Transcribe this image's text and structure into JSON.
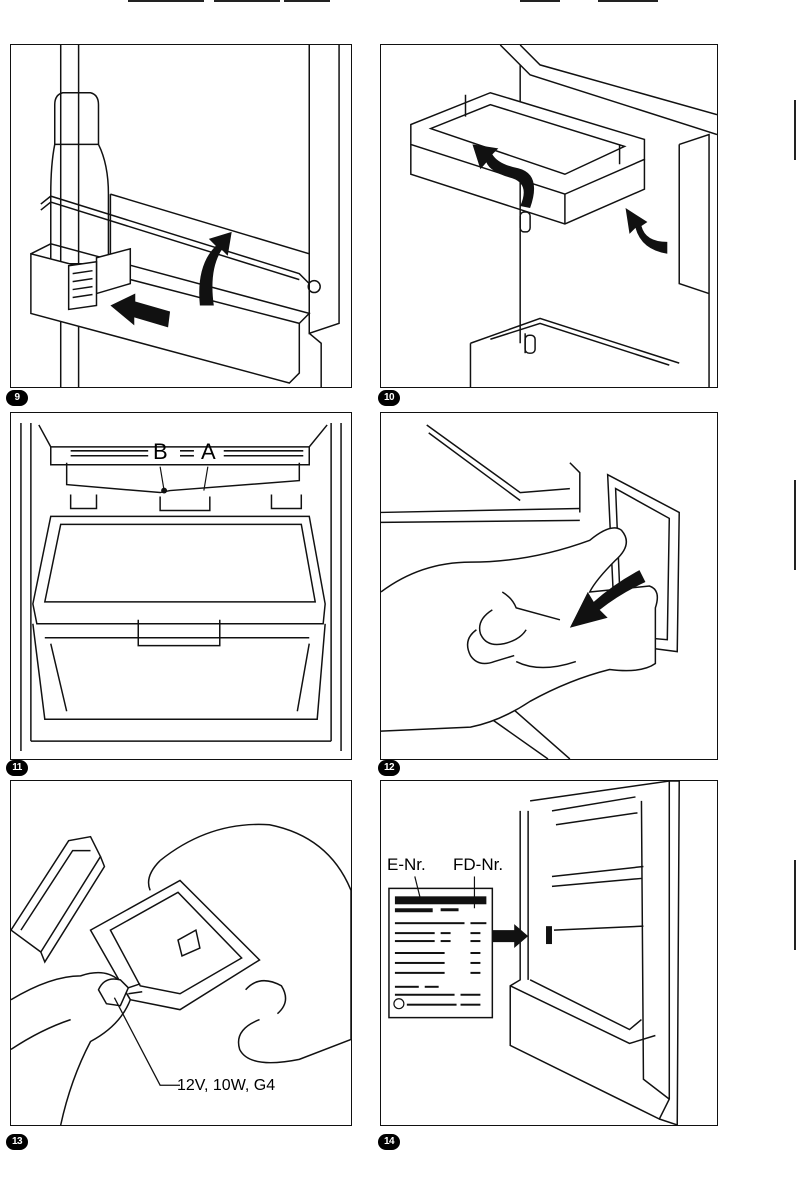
{
  "figures": [
    {
      "number": "9"
    },
    {
      "number": "10"
    },
    {
      "number": "11",
      "labels": {
        "b": "B",
        "a": "A"
      }
    },
    {
      "number": "12"
    },
    {
      "number": "13",
      "bulb_spec": "12V, 10W, G4"
    },
    {
      "number": "14",
      "labels": {
        "e_nr": "E-Nr.",
        "fd_nr": "FD-Nr."
      }
    }
  ]
}
